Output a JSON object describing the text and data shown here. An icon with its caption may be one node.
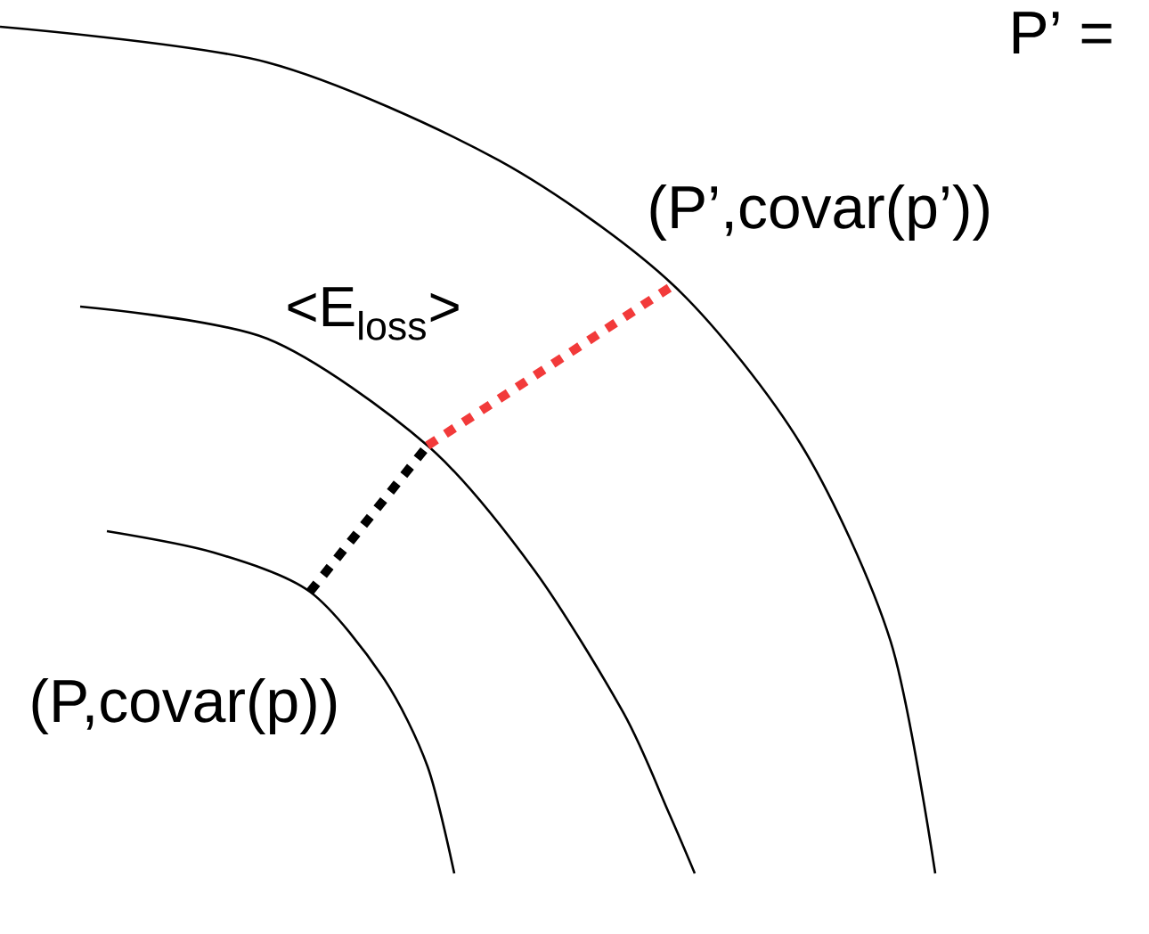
{
  "diagram": {
    "labels": [
      "P’ =",
      "(P’,covar(p’))",
      "<E$_{loss}$>",
      "(P,covar(p))"
    ]
  }
}
